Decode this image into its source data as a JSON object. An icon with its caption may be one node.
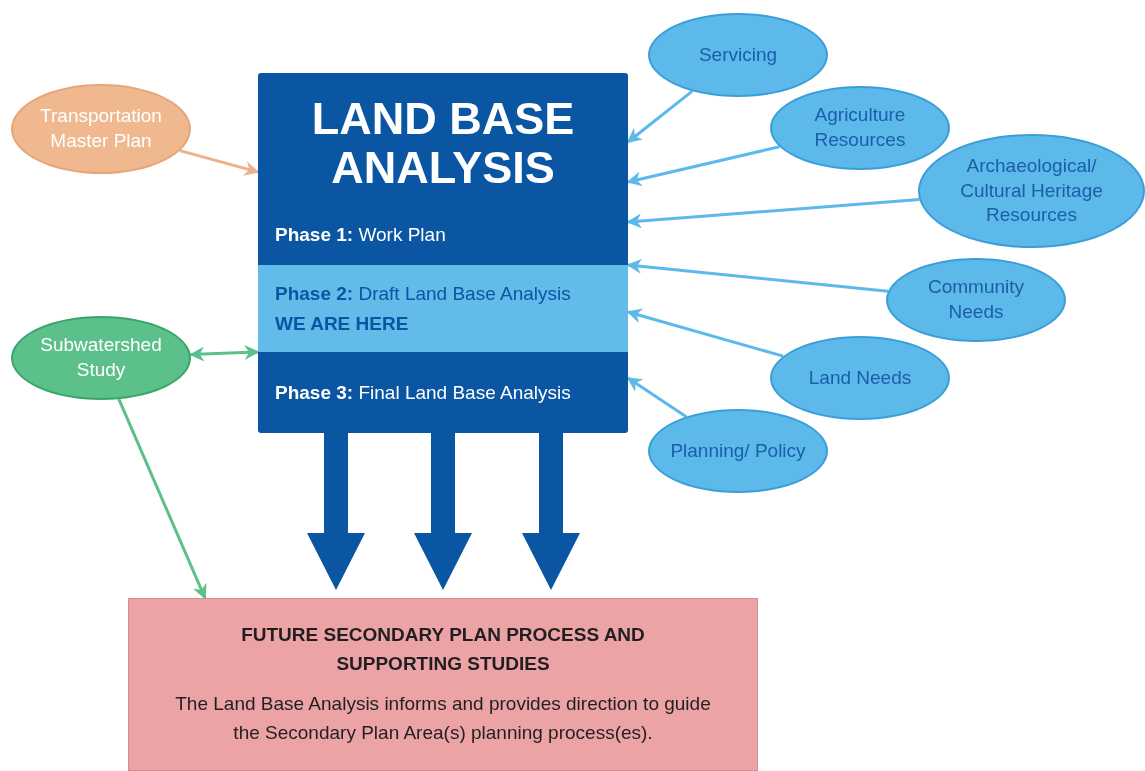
{
  "diagram": {
    "nodes": [
      {
        "text": [
          "LAND BASE ANALYSIS"
        ]
      },
      {
        "text": [
          "**Phase 1:** Work Plan"
        ],
        "in": 0
      },
      {
        "text": [
          "**Phase 2:** Draft Land Base Analysis",
          "WE ARE HERE"
        ],
        "in": 0
      },
      {
        "text": [
          "**Phase 3:** Final Land Base Analysis"
        ],
        "in": 0
      },
      {
        "text": [
          "Servicing"
        ]
      },
      {
        "text": [
          "Transportation Master Plan"
        ]
      },
      {
        "text": [
          "Agriculture Resources"
        ]
      },
      {
        "text": [
          "Archaeological/ Cultural Heritage Resources"
        ]
      },
      {
        "text": [
          "Community Needs"
        ]
      },
      {
        "text": [
          "Subwatershed Study"
        ]
      },
      {
        "text": [
          "Land Needs"
        ]
      },
      {
        "text": [
          "Planning/ Policy"
        ]
      },
      {
        "text": [
          "FUTURE SECONDARY PLAN PROCESS AND SUPPORTING STUDIES",
          "The Land Base Analysis informs and provides direction to guide the Secondary Plan Area(s) planning process(es)."
        ]
      }
    ],
    "edges": [
      {
        "from": 5,
        "to": 0,
        "arrow": "to",
        "color": "#efb08a"
      },
      {
        "from": 4,
        "to": 0,
        "arrow": "to"
      },
      {
        "from": 6,
        "to": 0,
        "arrow": "to"
      },
      {
        "from": 7,
        "to": 0,
        "arrow": "to"
      },
      {
        "from": 8,
        "to": 0,
        "arrow": "to"
      },
      {
        "from": 10,
        "to": 0,
        "arrow": "to"
      },
      {
        "from": 11,
        "to": 0,
        "arrow": "to"
      },
      {
        "from": 9,
        "to": 0,
        "arrow": "both",
        "color": "#5cc08a"
      },
      {
        "from": 9,
        "to": 12,
        "arrow": "to",
        "color": "#5cc08a"
      },
      {
        "from": 0,
        "to": 12,
        "arrow": "to",
        "style": "thick",
        "color": "#0a56a3"
      },
      {
        "from": 0,
        "to": 12,
        "arrow": "to",
        "style": "thick",
        "color": "#0a56a3"
      },
      {
        "from": 0,
        "to": 12,
        "arrow": "to",
        "style": "thick",
        "color": "#0a56a3"
      }
    ]
  }
}
